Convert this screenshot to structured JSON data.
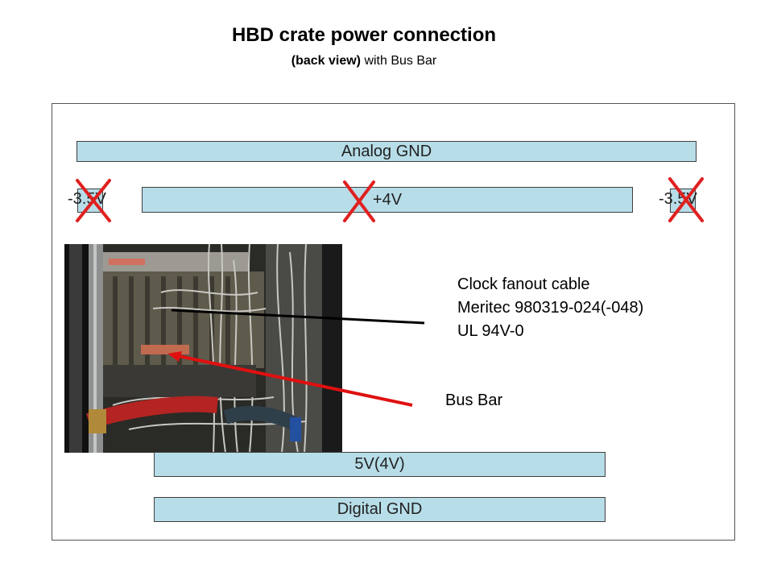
{
  "title": "HBD crate power connection",
  "subtitle_bold": "(back view)",
  "subtitle_rest": " with Bus Bar",
  "bars": {
    "analog_gnd": "Analog GND",
    "plus4v": "+4V",
    "minus35_left": "-3.5V",
    "minus35_right": "-3.5V",
    "five_v": "5V(4V)",
    "digital_gnd": "Digital GND"
  },
  "callouts": {
    "clock_line1": "Clock fanout cable",
    "clock_line2": "Meritec 980319-024(-048)",
    "clock_line3": "UL 94V-0",
    "bus_bar": "Bus Bar"
  },
  "colors": {
    "bar_fill": "#b7dde8",
    "cross": "#e02020",
    "arrow": "#e01010"
  }
}
